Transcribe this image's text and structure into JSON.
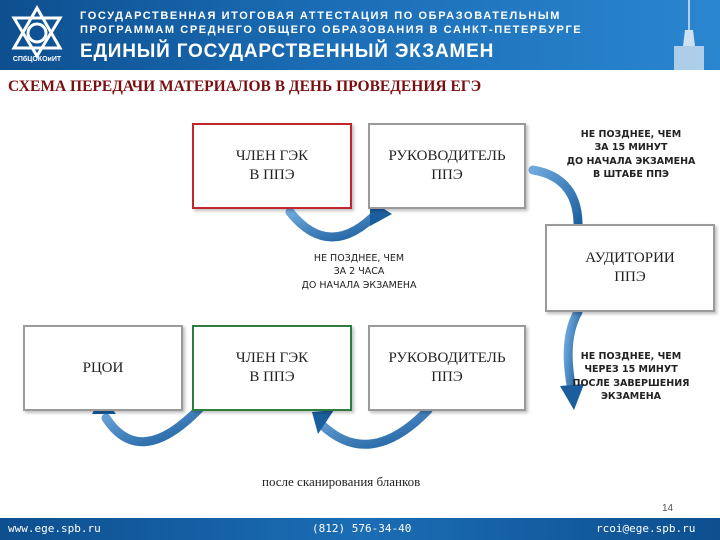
{
  "header": {
    "logo_caption": "СПбЦОКОиИТ",
    "line1": "ГОСУДАРСТВЕННАЯ ИТОГОВАЯ АТТЕСТАЦИЯ ПО ОБРАЗОВАТЕЛЬНЫМ",
    "line2": "ПРОГРАММАМ СРЕДНЕГО ОБЩЕГО ОБРАЗОВАНИЯ В САНКТ-ПЕТЕРБУРГЕ",
    "title": "ЕДИНЫЙ ГОСУДАРСТВЕННЫЙ ЭКЗАМЕН"
  },
  "page_title": "СХЕМА ПЕРЕДАЧИ МАТЕРИАЛОВ В ДЕНЬ ПРОВЕДЕНИЯ ЕГЭ",
  "boxes": {
    "gek_top": "ЧЛЕН ГЭК\nВ ППЭ",
    "head_top": "РУКОВОДИТЕЛЬ\nППЭ",
    "auditorium": "АУДИТОРИИ\nППЭ",
    "rcoi": "РЦОИ",
    "gek_bottom": "ЧЛЕН ГЭК\nВ ППЭ",
    "head_bottom": "РУКОВОДИТЕЛЬ\nППЭ"
  },
  "notes": {
    "two_hours": "НЕ ПОЗДНЕЕ, ЧЕМ\nЗА 2 ЧАСА\nДО НАЧАЛА ЭКЗАМЕНА",
    "fifteen_before": "НЕ ПОЗДНЕЕ, ЧЕМ\nЗА 15 МИНУТ\nДО НАЧАЛА ЭКЗАМЕНА\nВ ШТАБЕ ППЭ",
    "fifteen_after": "НЕ ПОЗДНЕЕ, ЧЕМ\nЧЕРЕЗ 15 МИНУТ\nПОСЛЕ ЗАВЕРШЕНИЯ\nЭКЗАМЕНА",
    "scanning": "после сканирования бланков"
  },
  "page_number": "14",
  "footer": {
    "website": "www.ege.spb.ru",
    "phone": "(812) 576-34-40",
    "email": "rcoi@ege.spb.ru"
  },
  "colors": {
    "header_blue": "#1b6db5",
    "title_red": "#7a0f12",
    "box_red": "#c0272d",
    "box_green": "#2f7d3a",
    "arrow_blue": "#1f6fb3"
  }
}
